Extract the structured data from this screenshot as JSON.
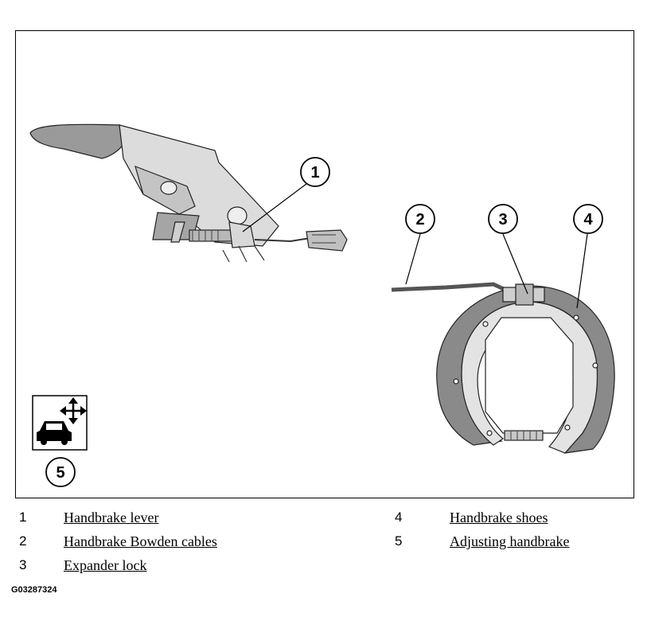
{
  "callouts": {
    "c1": "1",
    "c2": "2",
    "c3": "3",
    "c4": "4",
    "c5": "5"
  },
  "legend": [
    {
      "num": "1",
      "label": "Handbrake lever"
    },
    {
      "num": "2",
      "label": "Handbrake Bowden cables"
    },
    {
      "num": "3",
      "label": "Expander lock"
    },
    {
      "num": "4",
      "label": "Handbrake shoes"
    },
    {
      "num": "5",
      "label": "Adjusting handbrake"
    }
  ],
  "figure_id": "G03287324",
  "icons": {
    "adjust": "car-adjust-icon"
  }
}
